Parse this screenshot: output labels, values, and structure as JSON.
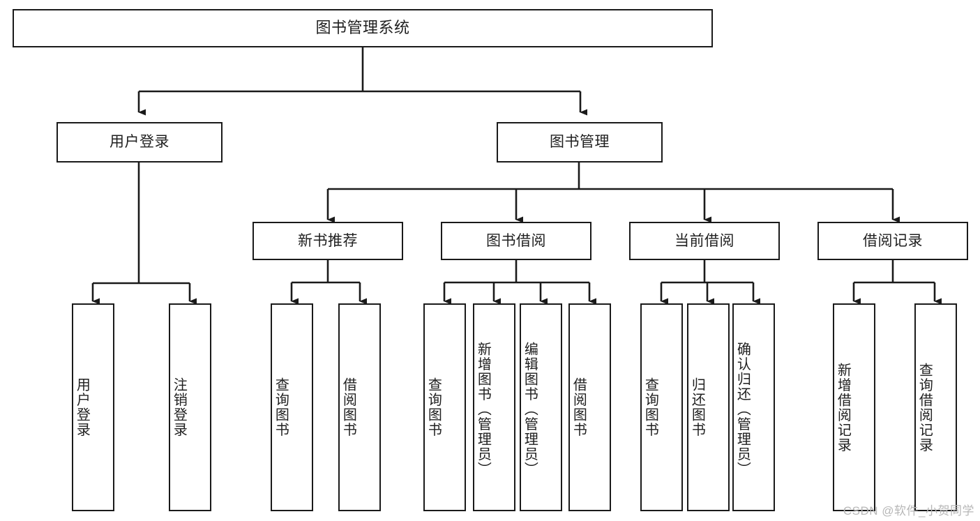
{
  "diagram": {
    "title": "图书管理系统",
    "type": "hierarchy-tree",
    "root": {
      "id": "root",
      "label": "图书管理系统"
    },
    "level2": [
      {
        "id": "user-login",
        "label": "用户登录"
      },
      {
        "id": "book-manage",
        "label": "图书管理"
      }
    ],
    "level3": [
      {
        "id": "new-book-rec",
        "label": "新书推荐",
        "parent": "book-manage"
      },
      {
        "id": "book-borrow",
        "label": "图书借阅",
        "parent": "book-manage"
      },
      {
        "id": "current-borrow",
        "label": "当前借阅",
        "parent": "book-manage"
      },
      {
        "id": "borrow-record",
        "label": "借阅记录",
        "parent": "book-manage"
      }
    ],
    "leaves": [
      {
        "id": "leaf-user-login",
        "label": "用户登录",
        "parent": "user-login"
      },
      {
        "id": "leaf-logout",
        "label": "注销登录",
        "parent": "user-login"
      },
      {
        "id": "leaf-query-book-1",
        "label": "查询图书",
        "parent": "new-book-rec"
      },
      {
        "id": "leaf-borrow-book-1",
        "label": "借阅图书",
        "parent": "new-book-rec"
      },
      {
        "id": "leaf-query-book-2",
        "label": "查询图书",
        "parent": "book-borrow"
      },
      {
        "id": "leaf-add-book",
        "label": "新增图书（管理员）",
        "parent": "book-borrow"
      },
      {
        "id": "leaf-edit-book",
        "label": "编辑图书（管理员）",
        "parent": "book-borrow"
      },
      {
        "id": "leaf-borrow-book-2",
        "label": "借阅图书",
        "parent": "book-borrow"
      },
      {
        "id": "leaf-query-book-3",
        "label": "查询图书",
        "parent": "current-borrow"
      },
      {
        "id": "leaf-return-book",
        "label": "归还图书",
        "parent": "current-borrow"
      },
      {
        "id": "leaf-confirm-return",
        "label": "确认归还（管理员）",
        "parent": "current-borrow"
      },
      {
        "id": "leaf-add-record",
        "label": "新增借阅记录",
        "parent": "borrow-record"
      },
      {
        "id": "leaf-query-record",
        "label": "查询借阅记录",
        "parent": "borrow-record"
      }
    ],
    "colors": {
      "stroke": "#1a1a1a",
      "fill": "#ffffff",
      "text": "#1f1f1f",
      "watermark": "#b7b7b7"
    }
  },
  "watermark": {
    "text": "CSDN @软件_小贺同学"
  }
}
